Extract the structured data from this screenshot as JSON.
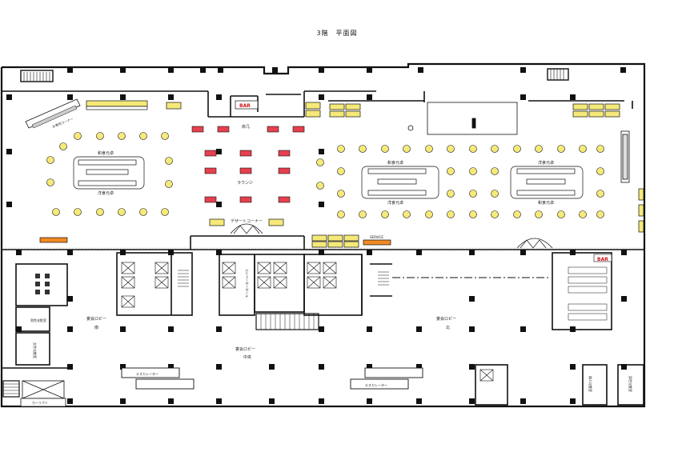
{
  "title": "3階　平面図",
  "labels": {
    "bar_top": "BAR",
    "bar_right": "BAR",
    "counter": "床几",
    "lounge": "ラウンジ",
    "dessert_corner": "デザートコーナー",
    "japanese_table_left": "和食元卓",
    "western_table_left": "洋食元卓",
    "japanese_table_center": "和食元卓",
    "western_table_center": "洋食元卓",
    "western_table_right": "洋食元卓",
    "japanese_table_right": "和食元卓",
    "elevator_hall": "エレベーターホール",
    "lobby_south": "宴会ロビー",
    "lobby_south_sub": "南",
    "lobby_center": "宴会ロビー",
    "lobby_center_sub": "中央",
    "lobby_north": "宴会ロビー",
    "lobby_north_sub": "北",
    "escalator_left": "エスカレーター",
    "escalator_right": "エスカレーター",
    "car_lift": "カーリフト",
    "toilet_room": "男性化粧室",
    "room_small": "女性化粧室",
    "sushi_corner": "お寿司コーナー",
    "service": "SERVICE",
    "room_right_1": "婦人化粧室",
    "room_right_2": "男性化粧室"
  },
  "colors": {
    "wall": "#111111",
    "round_table": "#f5e97a",
    "square_table": "#e6404f",
    "buffet_counter": "#f5e97a",
    "orange_counter": "#f08a24",
    "bar_text": "#d01818"
  }
}
